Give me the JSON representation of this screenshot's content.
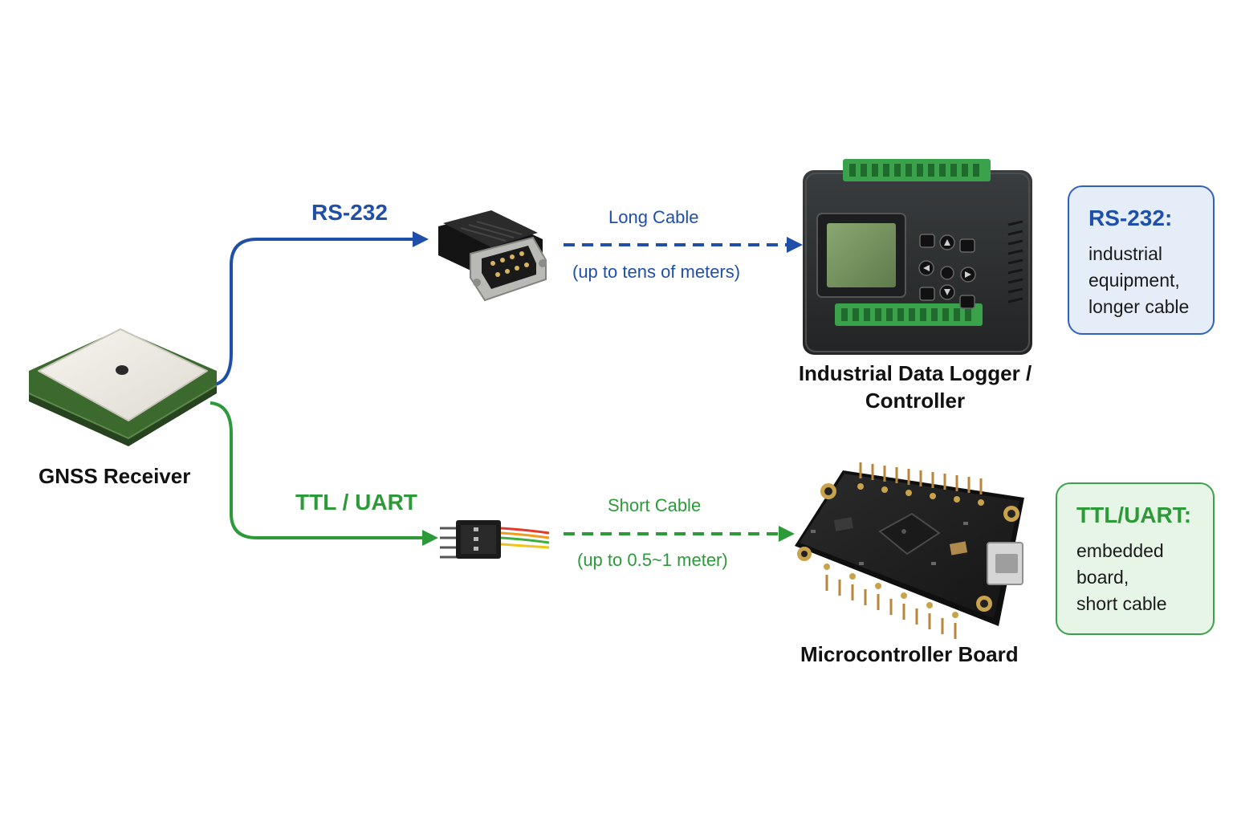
{
  "colors": {
    "rs232": "#1f4fa8",
    "ttl": "#2d9a3a",
    "note_rs232_bg": "#e5edf8",
    "note_ttl_bg": "#e7f5e7"
  },
  "nodes": {
    "gnss": {
      "label": "GNSS Receiver",
      "icon": "gnss-receiver-icon"
    },
    "logger": {
      "label_line1": "Industrial Data Logger /",
      "label_line2": "Controller",
      "icon": "data-logger-icon"
    },
    "mcu": {
      "label": "Microcontroller Board",
      "icon": "microcontroller-board-icon"
    }
  },
  "links": {
    "rs232": {
      "protocol": "RS-232",
      "cable": "Long Cable",
      "distance": "(up to tens of meters)",
      "connector_icon": "db9-connector-icon"
    },
    "ttl": {
      "protocol": "TTL / UART",
      "cable": "Short Cable",
      "distance": "(up to 0.5~1 meter)",
      "connector_icon": "pin-header-connector-icon"
    }
  },
  "notes": {
    "rs232": {
      "title": "RS-232:",
      "lines": [
        "industrial",
        "equipment,",
        "longer cable"
      ]
    },
    "ttl": {
      "title": "TTL/UART:",
      "lines": [
        "embedded",
        "board,",
        "short cable"
      ]
    }
  }
}
